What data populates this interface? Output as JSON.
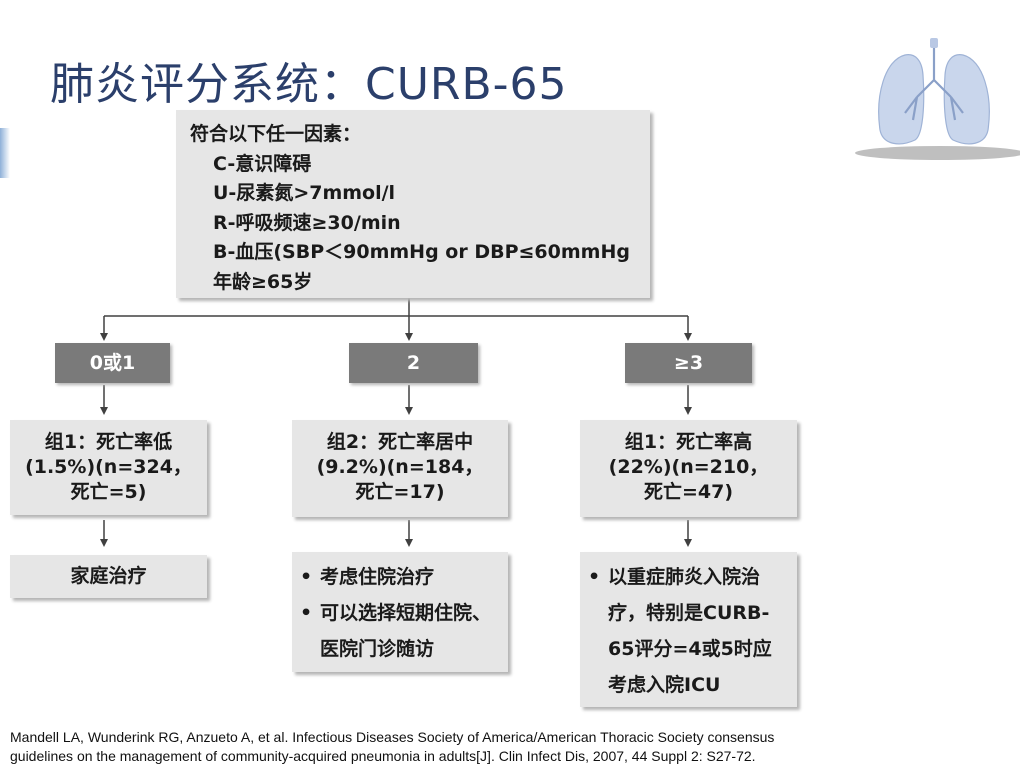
{
  "title": "肺炎评分系统：CURB-65",
  "criteria": {
    "heading": "符合以下任一因素：",
    "items": [
      "C-意识障碍",
      "U-尿素氮>7mmol/l",
      "R-呼吸频速≥30/min",
      "B-血压(SBP＜90mmHg or DBP≤60mmHg",
      "年龄≥65岁"
    ]
  },
  "scores": [
    "0或1",
    "2",
    "≥3"
  ],
  "groups": [
    {
      "line1": "组1：死亡率低",
      "line2": "(1.5%)(n=324，",
      "line3": "死亡=5)"
    },
    {
      "line1": "组2：死亡率居中",
      "line2": "(9.2%)(n=184，",
      "line3": "死亡=17)"
    },
    {
      "line1": "组1：死亡率高",
      "line2": "(22%)(n=210，",
      "line3": "死亡=47)"
    }
  ],
  "recommendations": {
    "low": "家庭治疗",
    "mid": [
      "考虑住院治疗",
      "可以选择短期住院、医院门诊随访"
    ],
    "high": [
      "以重症肺炎入院治疗，特别是CURB-65评分=4或5时应考虑入院ICU"
    ],
    "bullet": "•"
  },
  "footer": {
    "line1": "Mandell LA, Wunderink RG, Anzueto A, et al. Infectious Diseases Society of America/American Thoracic Society consensus",
    "line2": "guidelines on the management of community-acquired pneumonia in adults[J]. Clin Infect Dis, 2007, 44 Suppl 2: S27-72."
  },
  "colors": {
    "title": "#2b3f6b",
    "box": "#e6e6e6",
    "score_box": "#7a7a7a",
    "connector": "#404040"
  }
}
